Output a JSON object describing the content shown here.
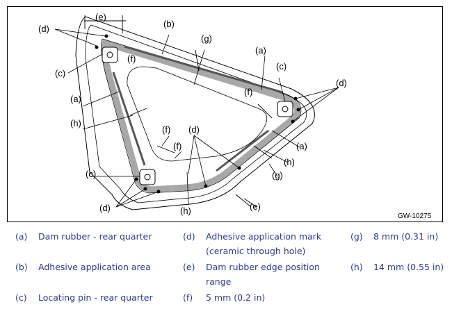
{
  "figure": {
    "id": "GW-10275",
    "callouts": {
      "a": "(a)",
      "b": "(b)",
      "c": "(c)",
      "d": "(d)",
      "e": "(e)",
      "f": "(f)",
      "g": "(g)",
      "h": "(h)"
    }
  },
  "legend": [
    {
      "key": "(a)",
      "lines": [
        "Dam rubber - rear quarter"
      ]
    },
    {
      "key": "(b)",
      "lines": [
        "Adhesive application area"
      ]
    },
    {
      "key": "(c)",
      "lines": [
        "Locating pin - rear quarter"
      ]
    },
    {
      "key": "(d)",
      "lines": [
        "Adhesive application mark",
        "(ceramic through hole)"
      ]
    },
    {
      "key": "(e)",
      "lines": [
        "Dam rubber edge position",
        "range"
      ]
    },
    {
      "key": "(f)",
      "lines": [
        "5 mm (0.2 in)"
      ]
    },
    {
      "key": "(g)",
      "lines": [
        "8 mm (0.31 in)"
      ]
    },
    {
      "key": "(h)",
      "lines": [
        "14 mm (0.55 in)"
      ]
    }
  ],
  "colors": {
    "legend_text": "#2b3a97",
    "adhesive_band": "#a8a8a8",
    "dam_rubber": "#555555"
  }
}
